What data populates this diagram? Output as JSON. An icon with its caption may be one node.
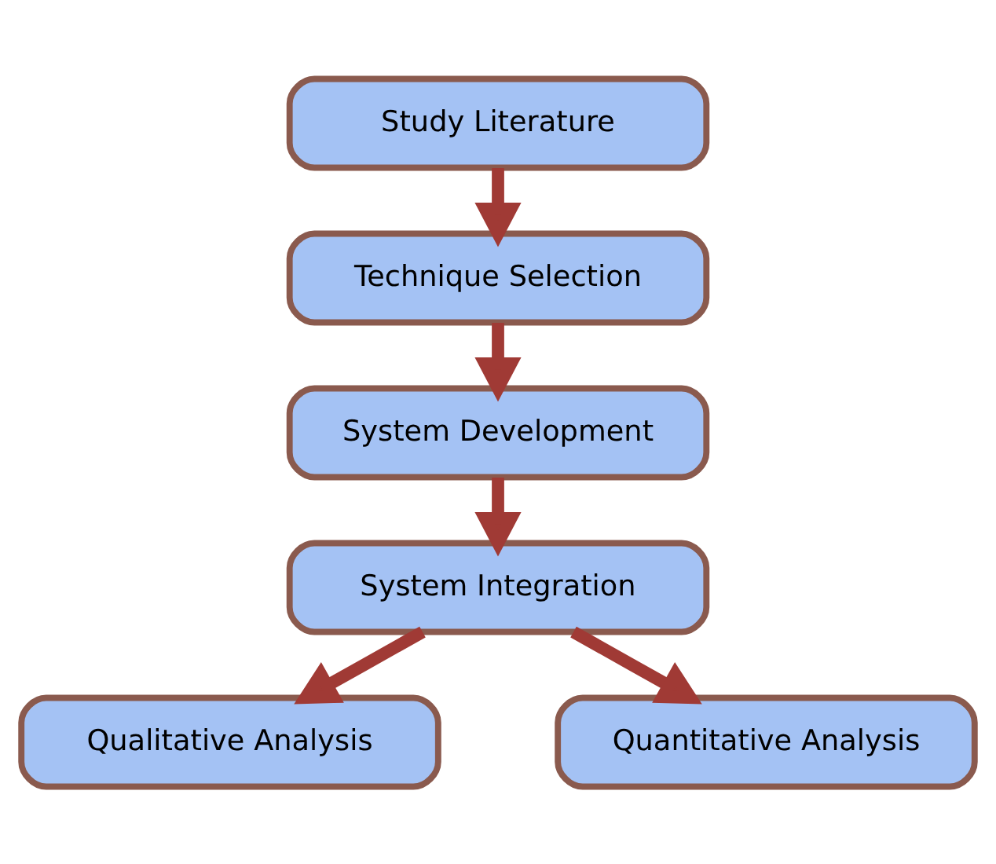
{
  "diagram": {
    "nodes": [
      {
        "text": [
          "Study Literature"
        ]
      },
      {
        "text": [
          "Technique Selection"
        ]
      },
      {
        "text": [
          "System Development"
        ]
      },
      {
        "text": [
          "System Integration"
        ]
      },
      {
        "text": [
          "Qualitative Analysis"
        ]
      },
      {
        "text": [
          "Quantitative Analysis"
        ]
      }
    ],
    "edges": [
      {
        "from": 0,
        "to": 1,
        "arrow": "to"
      },
      {
        "from": 1,
        "to": 2,
        "arrow": "to"
      },
      {
        "from": 2,
        "to": 3,
        "arrow": "to"
      },
      {
        "from": 3,
        "to": 4,
        "arrow": "to"
      },
      {
        "from": 3,
        "to": 5,
        "arrow": "to"
      }
    ]
  }
}
